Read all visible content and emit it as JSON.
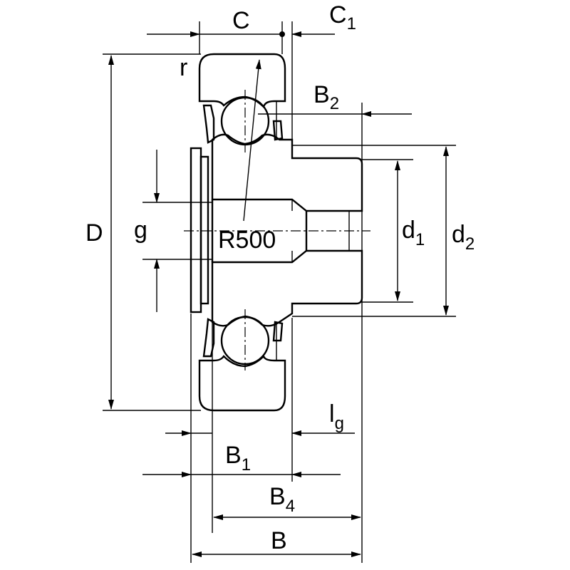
{
  "labels": {
    "C": "C",
    "C1": "C",
    "C1_sub": "1",
    "r": "r",
    "B2": "B",
    "B2_sub": "2",
    "D": "D",
    "g": "g",
    "R500": "R500",
    "d1": "d",
    "d1_sub": "1",
    "d2": "d",
    "d2_sub": "2",
    "lg": "l",
    "lg_sub": "g",
    "B1": "B",
    "B1_sub": "1",
    "B4": "B",
    "B4_sub": "4",
    "B": "B"
  },
  "colors": {
    "line": "#000000",
    "background": "#ffffff"
  }
}
